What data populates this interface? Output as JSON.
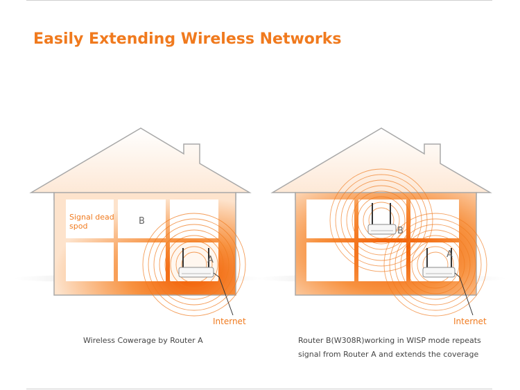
{
  "title": "Easily Extending Wireless Networks",
  "left": {
    "dead_zone_line1": "Signal dead",
    "dead_zone_line2": "spod",
    "room_b": "B",
    "router_a": "A",
    "internet": "Internet",
    "caption": "Wireless Cowerage by Router A"
  },
  "right": {
    "router_b": "B",
    "router_a": "A",
    "internet": "Internet",
    "caption_line1": "Router B(W308R)working in WISP mode repeats",
    "caption_line2": "signal from Router A and extends the coverage"
  },
  "colors": {
    "accent": "#f07a1e",
    "house_light": "#fff3e8",
    "house_dark": "#f26a10"
  }
}
